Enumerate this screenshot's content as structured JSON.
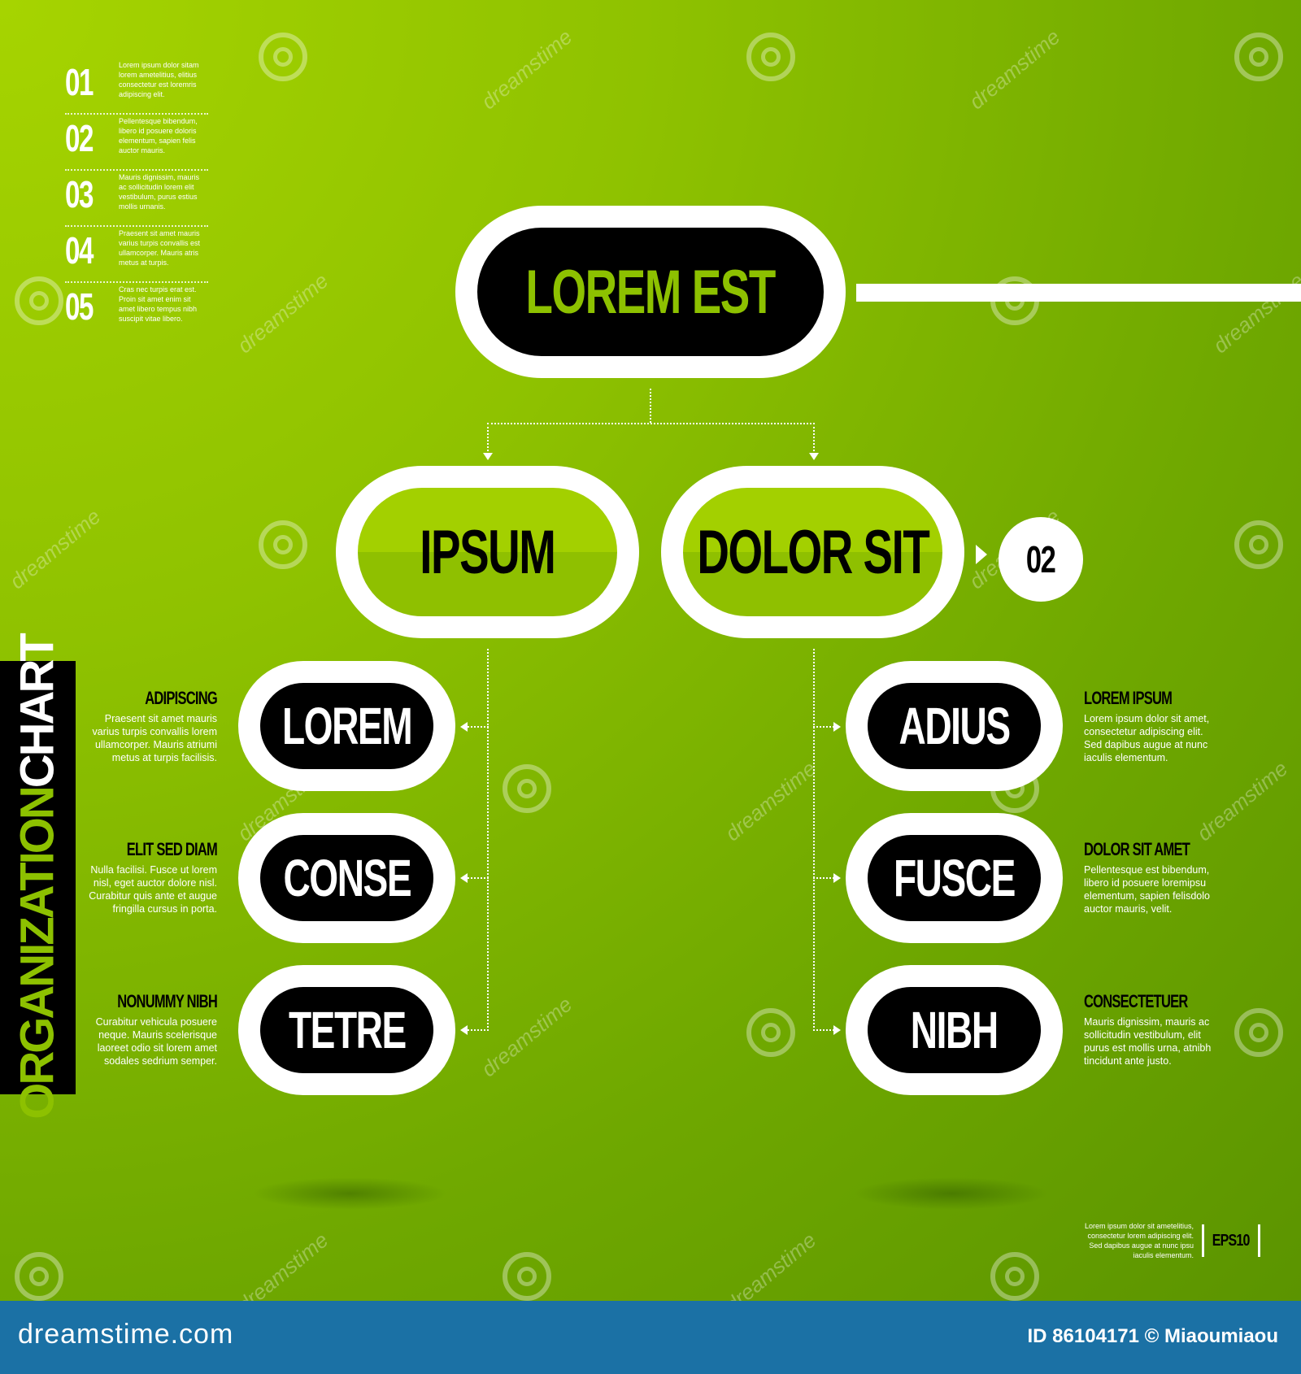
{
  "list": [
    {
      "num": "01",
      "text": "Lorem ipsum dolor sitam lorem ametelitius, elitius consectetur est loremris adipiscing elit."
    },
    {
      "num": "02",
      "text": "Pellentesque bibendum, libero id posuere doloris elementum, sapien felis auctor mauris."
    },
    {
      "num": "03",
      "text": "Mauris dignissim, mauris ac sollicitudin lorem elit vestibulum, purus estius mollis urnanis."
    },
    {
      "num": "04",
      "text": "Praesent sit amet mauris varius turpis convallis est ullamcorper. Mauris atris metus at turpis."
    },
    {
      "num": "05",
      "text": "Cras nec turpis erat est. Proin sit amet enim sit amet libero tempus nibh suscipit vitae libero."
    }
  ],
  "title": {
    "part1": "ORGANIZATION",
    "part2": "CHART"
  },
  "nodes": {
    "root": "LOREM EST",
    "left": "IPSUM",
    "right": "DOLOR SIT",
    "l1": "LOREM",
    "l2": "CONSE",
    "l3": "TETRE",
    "r1": "ADIUS",
    "r2": "FUSCE",
    "r3": "NIBH"
  },
  "badge": "02",
  "descriptions": {
    "l1": {
      "heading": "ADIPISCING",
      "text": "Praesent sit amet mauris varius turpis convallis lorem ullamcorper. Mauris atriumi metus at turpis facilisis."
    },
    "l2": {
      "heading": "ELIT SED DIAM",
      "text": "Nulla facilisi. Fusce ut lorem nisl, eget auctor dolore nisl. Curabitur quis ante et augue fringilla cursus in porta."
    },
    "l3": {
      "heading": "NONUMMY NIBH",
      "text": "Curabitur vehicula posuere neque. Mauris scelerisque laoreet odio sit lorem amet sodales sedrium semper."
    },
    "r1": {
      "heading": "LOREM IPSUM",
      "text": "Lorem ipsum dolor sit amet, consectetur adipiscing elit. Sed dapibus augue at nunc iaculis elementum."
    },
    "r2": {
      "heading": "DOLOR SIT AMET",
      "text": "Pellentesque est bibendum, libero id posuere loremipsu elementum, sapien felisdolo auctor mauris, velit."
    },
    "r3": {
      "heading": "CONSECTETUER",
      "text": "Mauris dignissim, mauris ac sollicitudin vestibulum, elit purus est mollis urna, atnibh tincidunt ante justo."
    }
  },
  "bottom_note": "Lorem ipsum dolor sit ametelitius, consectetur lorem adipiscing elit. Sed dapibus augue at nunc ipsu iaculis elementum.",
  "eps": "EPS10",
  "footer": {
    "logo": "dreamstime.com",
    "id": "ID 86104171 © Miaoumiaou"
  },
  "watermark": "dreamstime",
  "colors": {
    "green_light": "#a6d400",
    "green_dark": "#5b9400",
    "black": "#000000",
    "white": "#ffffff",
    "footer_blue": "#1b71a5"
  }
}
